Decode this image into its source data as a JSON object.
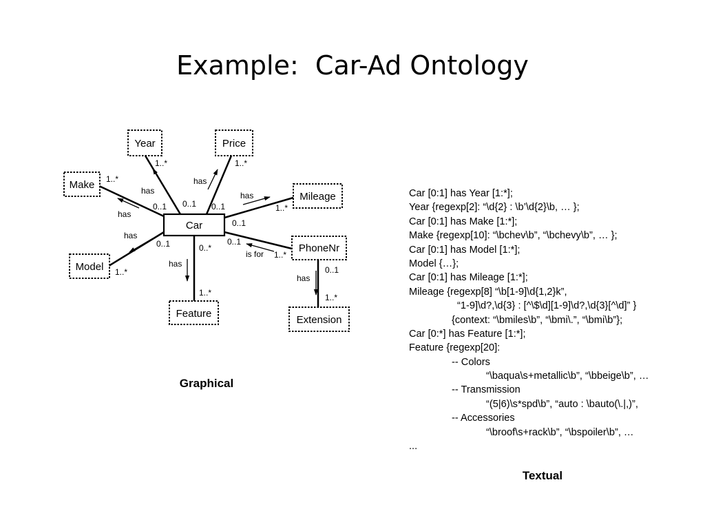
{
  "slide": {
    "title": "Example:  Car-Ad Ontology"
  },
  "diagram": {
    "nodes": {
      "car": "Car",
      "year": "Year",
      "price": "Price",
      "make": "Make",
      "mileage": "Mileage",
      "model": "Model",
      "phonenr": "PhoneNr",
      "feature": "Feature",
      "extension": "Extension"
    },
    "edges": {
      "year": {
        "relation": "has",
        "car_mult": "0..1",
        "target_mult": "1..*"
      },
      "price": {
        "relation": "has",
        "car_mult": "0..1",
        "target_mult": "1..*"
      },
      "make": {
        "relation": "has",
        "car_mult": "0..1",
        "target_mult": "1..*"
      },
      "mileage": {
        "relation": "has",
        "car_mult": "0..1",
        "target_mult": "1..*"
      },
      "model": {
        "relation": "has",
        "car_mult": "0..1",
        "target_mult": "1..*"
      },
      "phonenr": {
        "relation": "is for",
        "car_mult": "0..1",
        "source_mult": "1..*",
        "car_side_mult": "0..1"
      },
      "feature": {
        "relation": "has",
        "car_mult": "0..*",
        "target_mult": "1..*"
      },
      "extension": {
        "relation": "has",
        "phonenr_mult": "0..1",
        "target_mult": "1..*"
      }
    }
  },
  "captions": {
    "graphical": "Graphical",
    "textual": "Textual"
  },
  "textual_spec": {
    "lines": [
      "Car [0:1] has Year [1:*];",
      "Year {regexp[2]: “\\d{2} : \\b’\\d{2}\\b, … };",
      "Car [0:1] has Make [1:*];",
      "Make {regexp[10]: “\\bchev\\b”, “\\bchevy\\b”, … };",
      "Car [0:1] has Model [1:*];",
      "Model {…};",
      "Car [0:1] has Mileage [1:*];",
      "Mileage {regexp[8] “\\b[1-9]\\d{1,2}k”,",
      "“1-9]\\d?,\\d{3} : [^\\$\\d][1-9]\\d?,\\d{3}[^\\d]” }",
      "{context: “\\bmiles\\b”, “\\bmi\\.”, “\\bmi\\b”};",
      "Car [0:*] has Feature [1:*];",
      "Feature {regexp[20]:",
      "-- Colors",
      "“\\baqua\\s+metallic\\b”, “\\bbeige\\b”, …",
      "-- Transmission",
      "“(5|6)\\s*spd\\b”, “auto : \\bauto(\\.|,)”,",
      "-- Accessories",
      "“\\broof\\s+rack\\b”, “\\bspoiler\\b”, …",
      "..."
    ]
  }
}
